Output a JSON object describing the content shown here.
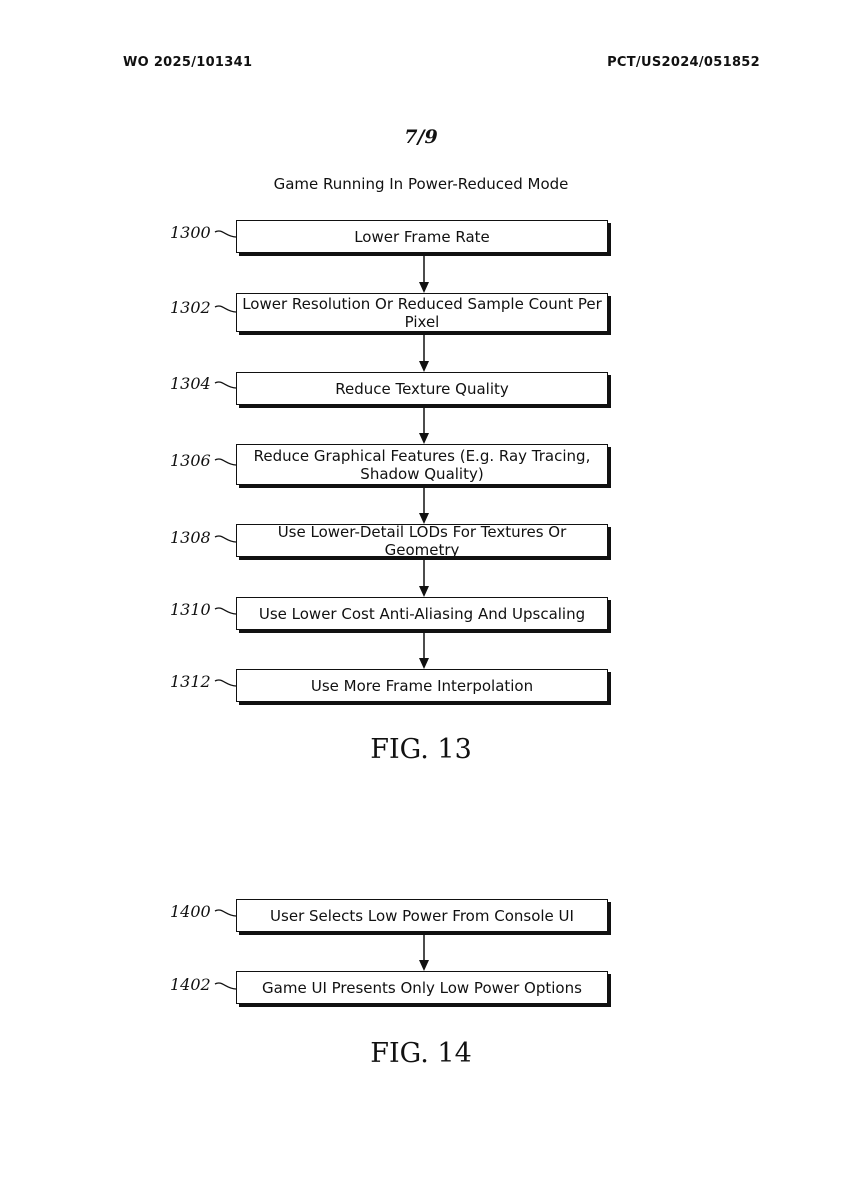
{
  "header": {
    "left": "WO 2025/101341",
    "right": "PCT/US2024/051852"
  },
  "sheet_number": "7/9",
  "fig13": {
    "caption_top": "Game Running In Power-Reduced Mode",
    "steps": [
      {
        "ref": "1300",
        "label": "Lower Frame Rate"
      },
      {
        "ref": "1302",
        "label": "Lower Resolution Or Reduced Sample Count Per Pixel"
      },
      {
        "ref": "1304",
        "label": "Reduce Texture Quality"
      },
      {
        "ref": "1306",
        "label": "Reduce Graphical Features (E.g. Ray Tracing, Shadow Quality)"
      },
      {
        "ref": "1308",
        "label": "Use Lower-Detail LODs For Textures Or Geometry"
      },
      {
        "ref": "1310",
        "label": "Use Lower Cost Anti-Aliasing And Upscaling"
      },
      {
        "ref": "1312",
        "label": "Use More Frame Interpolation"
      }
    ],
    "label": "FIG. 13"
  },
  "fig14": {
    "steps": [
      {
        "ref": "1400",
        "label": "User Selects Low Power From Console UI"
      },
      {
        "ref": "1402",
        "label": "Game UI Presents Only Low Power Options"
      }
    ],
    "label": "FIG. 14"
  }
}
